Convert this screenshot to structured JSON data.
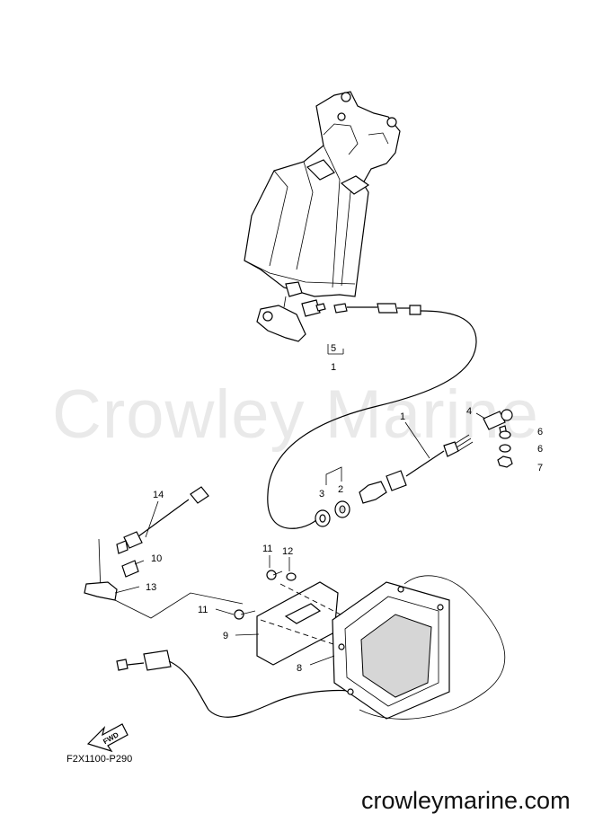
{
  "watermark": "Crowley Marine",
  "website": "crowleymarine.com",
  "diagram_code": "F2X1100-P290",
  "fwd_label": "FWD",
  "callouts": {
    "c1a": "1",
    "c5": "5",
    "c1b": "1",
    "c2": "2",
    "c3": "3",
    "c4": "4",
    "c6a": "6",
    "c6b": "6",
    "c7": "7",
    "c8": "8",
    "c9": "9",
    "c10": "10",
    "c11a": "11",
    "c11b": "11",
    "c12": "12",
    "c13": "13",
    "c14": "14"
  }
}
